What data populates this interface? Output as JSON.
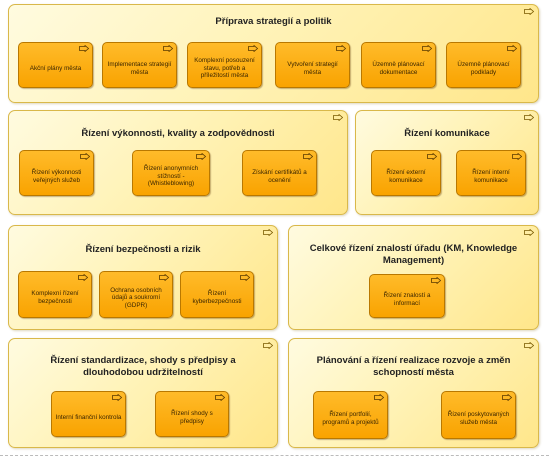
{
  "groups": [
    {
      "title": "Příprava strategií a politik",
      "functions": [
        "Akční plány města",
        "Implementace strategií města",
        "Komplexní posouzení stavu, potřeb a příležitostí města",
        "Vytvoření strategií města",
        "Územně plánovací dokumentace",
        "Územně plánovací podklady"
      ]
    },
    {
      "title": "Řízení výkonnosti, kvality a zodpovědnosti",
      "functions": [
        "Řízení výkonnosti veřejných služeb",
        "Řízení anonymních stížností - (Whistleblowing)",
        "Získání certifikátů a ocenění"
      ]
    },
    {
      "title": "Řízení komunikace",
      "functions": [
        "Řízení externí komunikace",
        "Řízení interní komunikace"
      ]
    },
    {
      "title": "Řízení bezpečnosti a rizik",
      "functions": [
        "Komplexní řízení bezpečnosti",
        "Ochrana osobních údajů a soukromí (GDPR)",
        "Řízení kyberbezpečnosti"
      ]
    },
    {
      "title": "Celkové řízení znalostí úřadu (KM, Knowledge Management)",
      "functions": [
        "Řízení znalostí a informací"
      ]
    },
    {
      "title": "Řízení standardizace, shody s předpisy a dlouhodobou udržitelností",
      "functions": [
        "Interní finanční kontrola",
        "Řízení shody s předpisy"
      ]
    },
    {
      "title": "Plánování a řízení realizace rozvoje a změn schopností města",
      "functions": [
        "Řízení portfolií, programů a projektů",
        "Řízení poskytovaných služeb města"
      ]
    }
  ],
  "icon": "function-arrow-icon",
  "colors": {
    "group_fill": "#fff3b8",
    "group_border": "#d9b84a",
    "function_fill": "#ffb019",
    "function_border": "#b97800"
  }
}
